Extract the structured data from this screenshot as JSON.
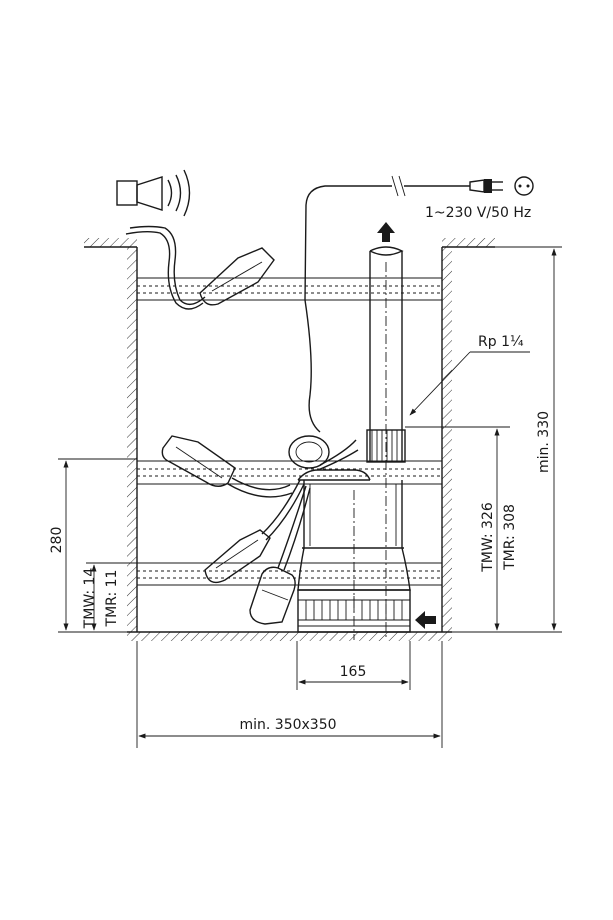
{
  "labels": {
    "power": "1~230 V/50 Hz",
    "thread": "Rp 1¼",
    "min_height": "min. 330",
    "depth_280": "280",
    "tmw_low": "TMW: 14",
    "tmr_low": "TMR: 11",
    "tmw_high": "TMW: 326",
    "tmr_high": "TMR: 308",
    "pump_width": "165",
    "shaft_size": "min. 350x350"
  },
  "icons": [
    "alarm-horn-icon",
    "power-plug-icon",
    "socket-icon",
    "flow-arrow-up-icon",
    "flow-arrow-left-icon"
  ]
}
